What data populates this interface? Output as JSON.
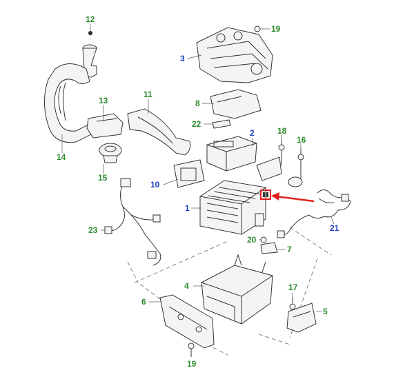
{
  "diagram": {
    "callouts": [
      {
        "id": "c1",
        "text": "1",
        "color": "blue"
      },
      {
        "id": "c2",
        "text": "2",
        "color": "blue"
      },
      {
        "id": "c3",
        "text": "3",
        "color": "blue"
      },
      {
        "id": "c4",
        "text": "4",
        "color": "green"
      },
      {
        "id": "c5",
        "text": "5",
        "color": "green"
      },
      {
        "id": "c6",
        "text": "6",
        "color": "green"
      },
      {
        "id": "c7",
        "text": "7",
        "color": "green"
      },
      {
        "id": "c8",
        "text": "8",
        "color": "green"
      },
      {
        "id": "c10",
        "text": "10",
        "color": "blue"
      },
      {
        "id": "c11",
        "text": "11",
        "color": "green"
      },
      {
        "id": "c12",
        "text": "12",
        "color": "green"
      },
      {
        "id": "c13",
        "text": "13",
        "color": "green"
      },
      {
        "id": "c14",
        "text": "14",
        "color": "green"
      },
      {
        "id": "c15",
        "text": "15",
        "color": "green"
      },
      {
        "id": "c16",
        "text": "16",
        "color": "green"
      },
      {
        "id": "c17",
        "text": "17",
        "color": "green"
      },
      {
        "id": "c18",
        "text": "18",
        "color": "green"
      },
      {
        "id": "c19a",
        "text": "19",
        "color": "green"
      },
      {
        "id": "c19b",
        "text": "19",
        "color": "green"
      },
      {
        "id": "c20",
        "text": "20",
        "color": "green"
      },
      {
        "id": "c21",
        "text": "21",
        "color": "blue"
      },
      {
        "id": "c22",
        "text": "22",
        "color": "green"
      },
      {
        "id": "c23",
        "text": "23",
        "color": "green"
      }
    ],
    "colors": {
      "green_label": "#2e8b2e",
      "blue_label": "#1f3fbf",
      "highlight": "#e02020",
      "line": "#333333"
    },
    "highlight": {
      "target": "connector on part 1",
      "arrow": "red"
    }
  }
}
